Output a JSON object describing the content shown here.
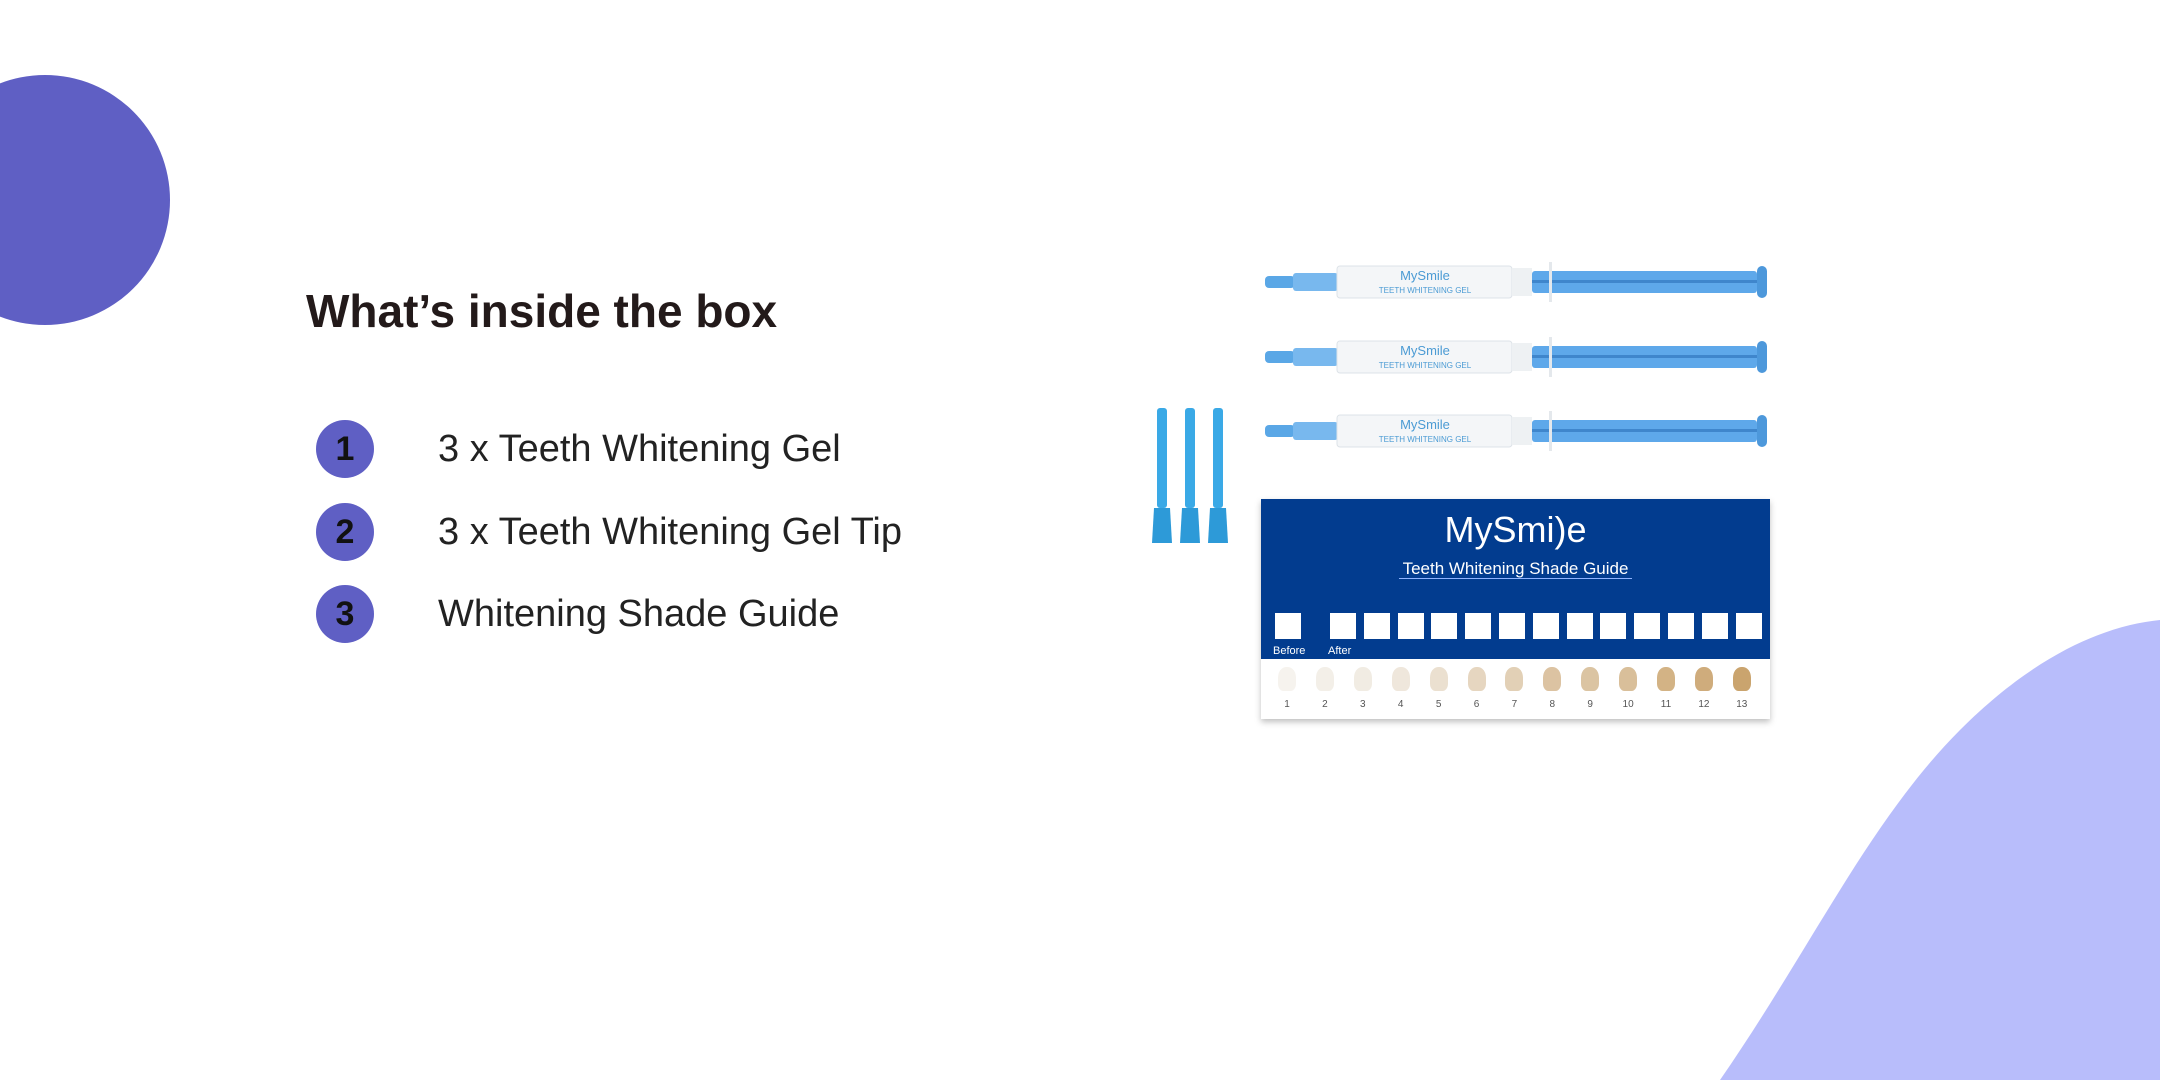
{
  "heading": "What’s inside the box",
  "items": [
    {
      "number": "1",
      "label": "3 x Teeth Whitening Gel"
    },
    {
      "number": "2",
      "label": "3 x Teeth Whitening Gel Tip"
    },
    {
      "number": "3",
      "label": "Whitening Shade Guide"
    }
  ],
  "product": {
    "syringe_brand": "MySmile",
    "syringe_label": "TEETH WHITENING GEL",
    "card_brand": "MySmi)e",
    "card_title": "Teeth Whitening Shade Guide",
    "before_label": "Before",
    "after_label": "After",
    "shades": [
      "1",
      "2",
      "3",
      "4",
      "5",
      "6",
      "7",
      "8",
      "9",
      "10",
      "11",
      "12",
      "13"
    ]
  },
  "colors": {
    "accent": "#5f5fc4",
    "blob": "#b8bdfb",
    "card_blue": "#023c8f"
  }
}
